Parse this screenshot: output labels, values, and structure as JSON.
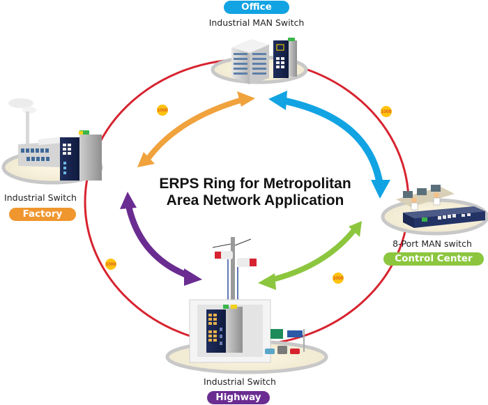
{
  "title": {
    "line1": "ERPS Ring for Metropolitan",
    "line2": "Area Network Application"
  },
  "colors": {
    "ring": "#d7232f",
    "badge_fill": "#ffc20e",
    "badge_text": "#c0272d",
    "office": "#12a3e3",
    "factory": "#f0a23d",
    "control_center": "#8cc63f",
    "highway": "#6a2c91"
  },
  "sites": {
    "office": {
      "pill": "Office",
      "device": "Industrial MAN Switch"
    },
    "factory": {
      "pill": "Factory",
      "device": "Industrial Switch"
    },
    "control_center": {
      "pill": "Control Center",
      "device": "8-Port MAN switch"
    },
    "highway": {
      "pill": "Highway",
      "device": "Industrial Switch"
    }
  },
  "links": [
    {
      "from": "office",
      "to": "factory",
      "speed": "1000",
      "arrow_color": "factory"
    },
    {
      "from": "office",
      "to": "control_center",
      "speed": "1000",
      "arrow_color": "office"
    },
    {
      "from": "factory",
      "to": "highway",
      "speed": "1000",
      "arrow_color": "highway"
    },
    {
      "from": "highway",
      "to": "control_center",
      "speed": "1000",
      "arrow_color": "control_center"
    }
  ]
}
